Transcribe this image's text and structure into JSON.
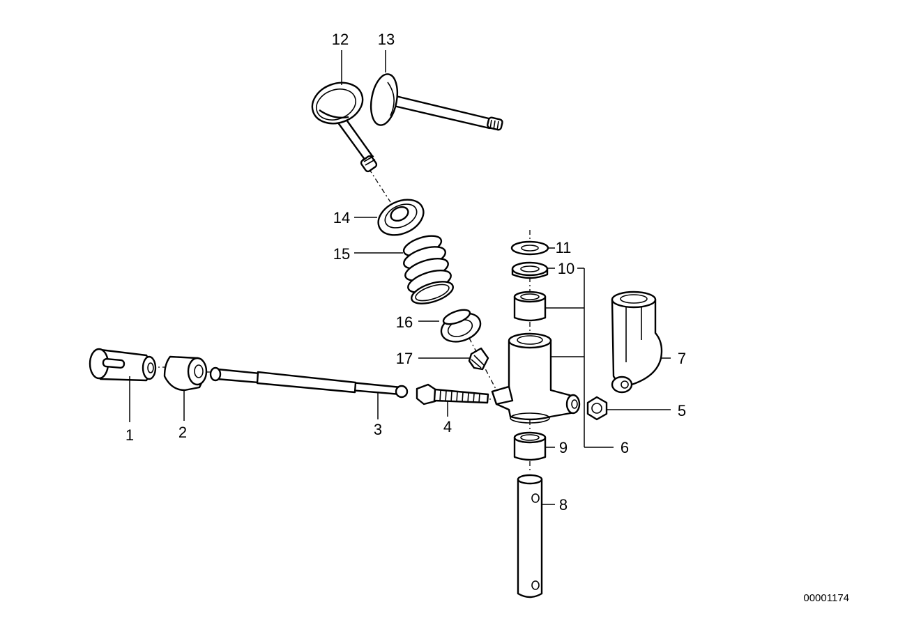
{
  "callouts": {
    "p1": "1",
    "p2": "2",
    "p3": "3",
    "p4": "4",
    "p5": "5",
    "p6": "6",
    "p7": "7",
    "p8": "8",
    "p9": "9",
    "p10": "10",
    "p11": "11",
    "p12": "12",
    "p13": "13",
    "p14": "14",
    "p15": "15",
    "p16": "16",
    "p17": "17"
  },
  "document_number": "00001174"
}
